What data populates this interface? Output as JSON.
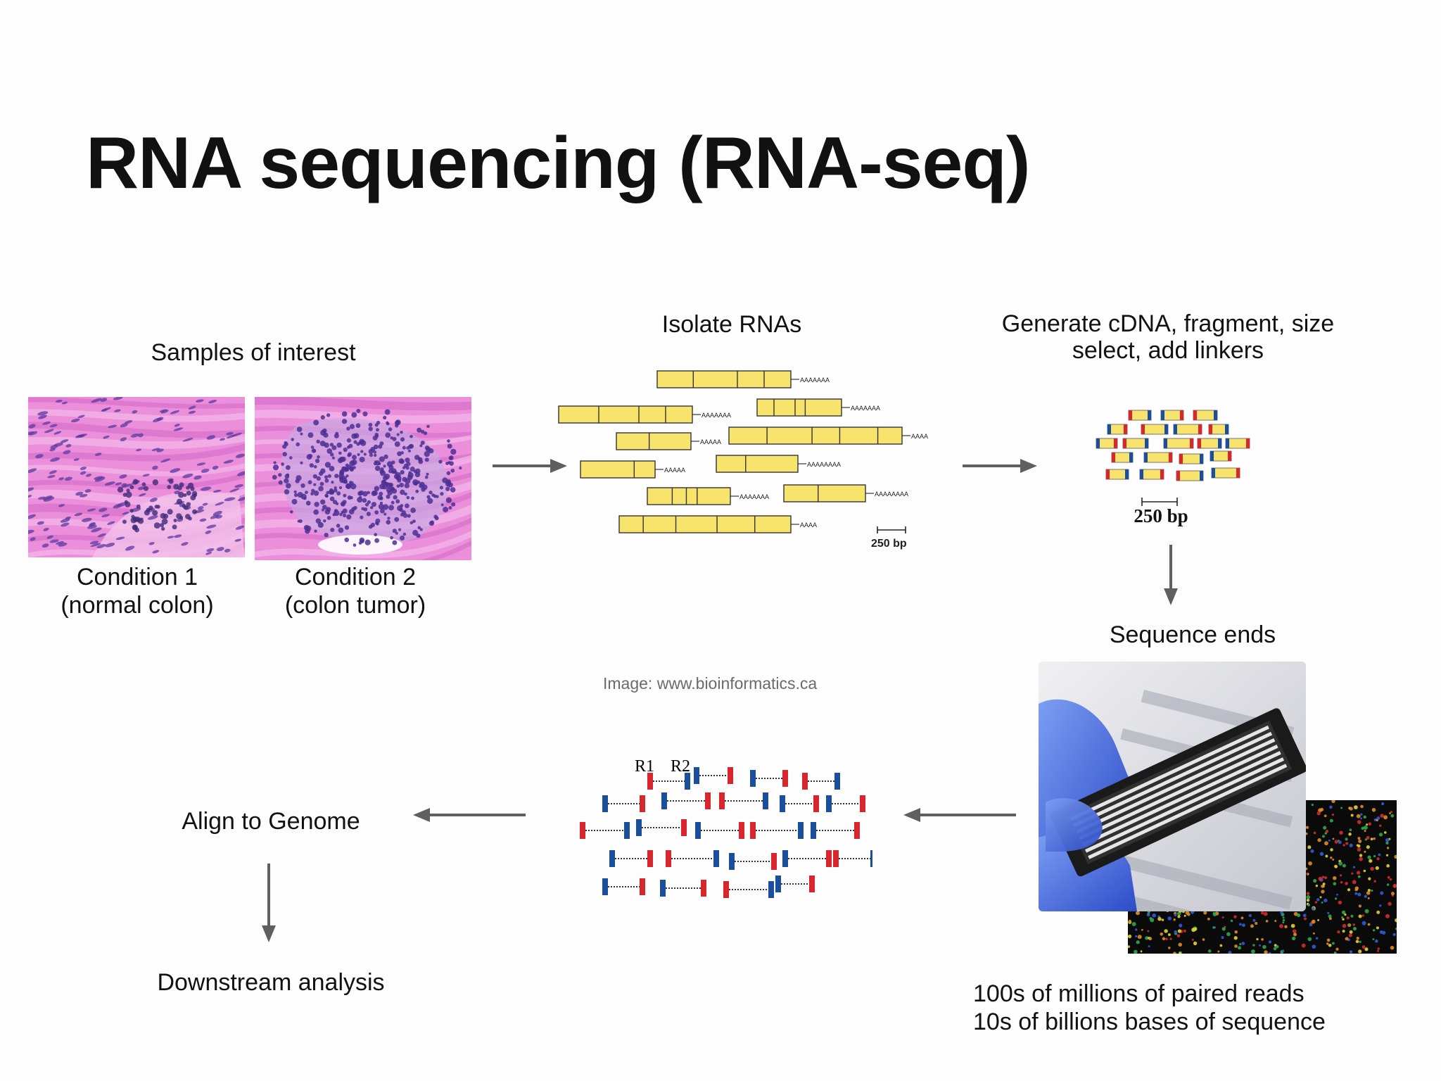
{
  "title": "RNA sequencing (RNA-seq)",
  "samples": {
    "heading": "Samples of interest",
    "condition1": {
      "line1": "Condition 1",
      "line2": "(normal colon)"
    },
    "condition2": {
      "line1": "Condition 2",
      "line2": "(colon tumor)"
    }
  },
  "isolate": {
    "heading": "Isolate RNAs",
    "tails": [
      "AAAAAAA",
      "AAAAAAA",
      "AAAAAAA",
      "AAAAA",
      "AAAA",
      "AAAAA",
      "AAAAAAAA",
      "AAAAAAA",
      "AAAAAAAA",
      "AAAA"
    ],
    "scale": "250 bp"
  },
  "generate": {
    "heading_line1": "Generate cDNA, fragment, size",
    "heading_line2": "select, add linkers",
    "scale": "250 bp"
  },
  "sequence_ends": {
    "heading": "Sequence ends"
  },
  "reads": {
    "r1": "R1",
    "r2": "R2"
  },
  "credit": "Image: www.bioinformatics.ca",
  "align": {
    "label": "Align to Genome"
  },
  "downstream": {
    "label": "Downstream analysis"
  },
  "output": {
    "line1": "100s of millions of paired reads",
    "line2": "10s of billions bases of sequence"
  },
  "colors": {
    "fragment_fill": "#f8e36d",
    "linker_red": "#d8262f",
    "linker_blue": "#1b4f9c",
    "arrow": "#5f5f5f",
    "tissue_pink": "#e88ad6",
    "nuclei": "#5b3aa0"
  }
}
